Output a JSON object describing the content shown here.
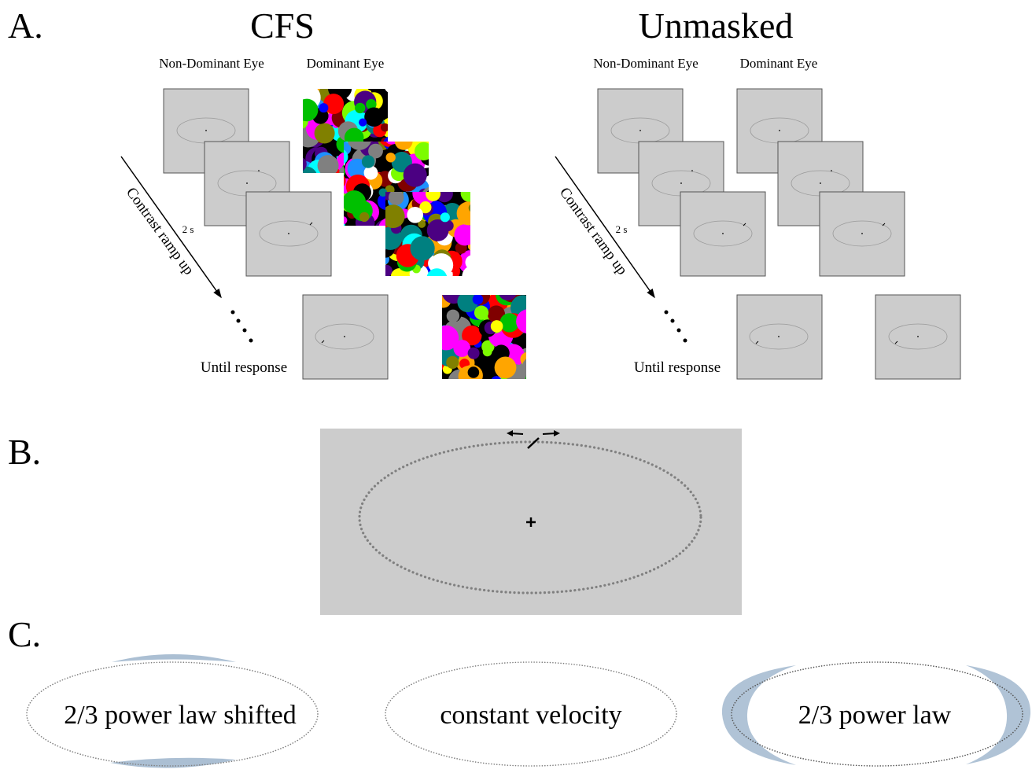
{
  "panel_a": {
    "label": "A.",
    "cfs": {
      "title": "CFS",
      "col_left": "Non-Dominant Eye",
      "col_right": "Dominant Eye",
      "ramp_label": "Contrast ramp up",
      "duration": "2 s",
      "until": "Until response"
    },
    "unmasked": {
      "title": "Unmasked",
      "col_left": "Non-Dominant Eye",
      "col_right": "Dominant Eye",
      "ramp_label": "Contrast ramp up",
      "duration": "2 s",
      "until": "Until response"
    }
  },
  "panel_b": {
    "label": "B."
  },
  "panel_c": {
    "label": "C.",
    "conditions": [
      "2/3 power law shifted",
      "constant velocity",
      "2/3 power law"
    ]
  },
  "colors": {
    "stimulus_gray": "#cccccc",
    "frame": "#555555",
    "highlight": "#8fa9c4",
    "mondrian": [
      "#ff0000",
      "#00c000",
      "#0000ff",
      "#ffff00",
      "#00ffff",
      "#ff00ff",
      "#ffffff",
      "#000000",
      "#808000",
      "#008080",
      "#800000",
      "#808080",
      "#ffa500",
      "#4b0082",
      "#7cfc00",
      "#1e90ff"
    ]
  }
}
